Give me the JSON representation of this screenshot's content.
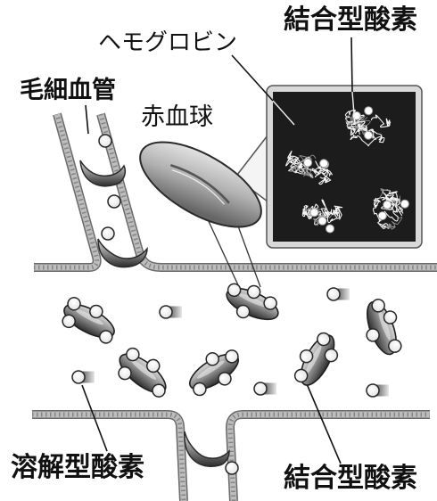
{
  "labels": {
    "bound_oxygen_top": "結合型酸素",
    "hemoglobin": "ヘモグロビン",
    "capillary": "毛細血管",
    "red_blood_cell": "赤血球",
    "dissolved_oxygen": "溶解型酸素",
    "bound_oxygen_bottom": "結合型酸素"
  },
  "colors": {
    "background": "#ffffff",
    "ink": "#111111",
    "inset_background": "#1c1c1c",
    "vessel_wall": "#bdbdbd"
  }
}
